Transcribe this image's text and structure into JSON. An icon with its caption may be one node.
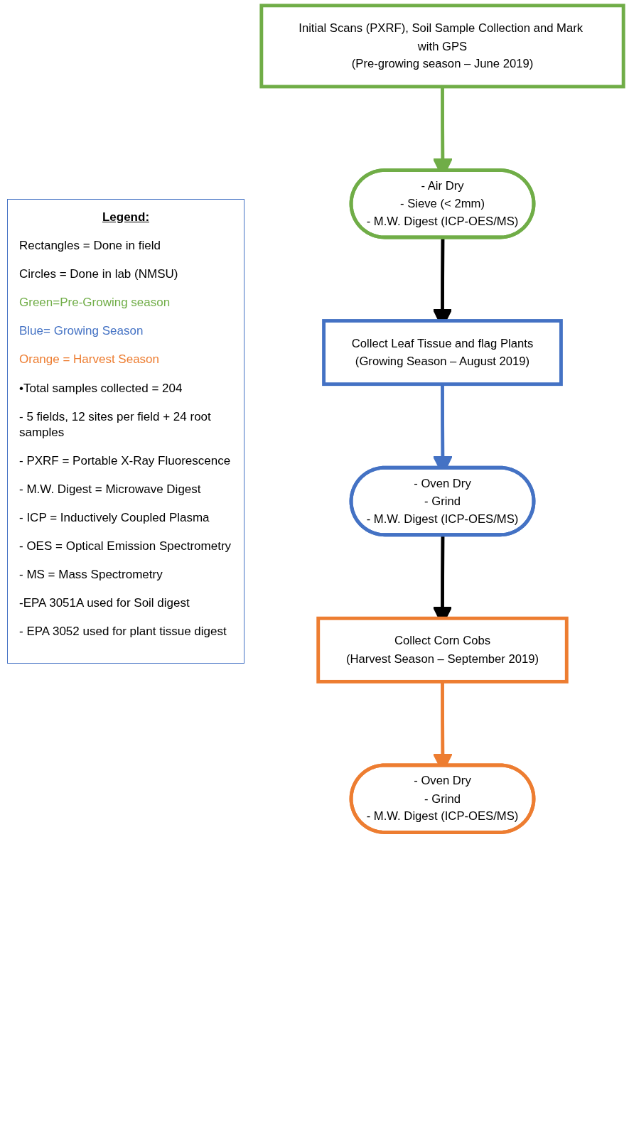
{
  "diagram": {
    "nodes": [
      {
        "text": [
          "Initial Scans (PXRF), Soil Sample Collection and Mark with GPS",
          "(Pre-growing season – June 2019)"
        ]
      },
      {
        "text": [
          "- Air Dry",
          "- Sieve (< 2mm)",
          "- M.W. Digest (ICP-OES/MS)"
        ]
      },
      {
        "text": [
          "Collect Leaf Tissue and flag Plants",
          "(Growing Season – August 2019)"
        ]
      },
      {
        "text": [
          "- Oven Dry",
          "- Grind",
          "- M.W. Digest (ICP-OES/MS)"
        ]
      },
      {
        "text": [
          "Collect Corn Cobs",
          "(Harvest Season – September 2019)"
        ]
      },
      {
        "text": [
          "- Oven Dry",
          "- Grind",
          "- M.W. Digest (ICP-OES/MS)"
        ]
      }
    ],
    "edges": [
      {
        "from": 0,
        "to": 1,
        "arrow": "to",
        "color": "#70ad47"
      },
      {
        "from": 1,
        "to": 2,
        "arrow": "to"
      },
      {
        "from": 2,
        "to": 3,
        "arrow": "to",
        "color": "#4472c4"
      },
      {
        "from": 3,
        "to": 4,
        "arrow": "to"
      },
      {
        "from": 4,
        "to": 5,
        "arrow": "to",
        "color": "#ed7d31"
      }
    ],
    "labels": [
      "Legend:",
      "•Total samples collected = 204",
      "- 5 fields, 12 sites per field + 24 root samples",
      "- PXRF = Portable X-Ray Fluorescence",
      "- M.W. Digest = Microwave Digest",
      "- ICP = Inductively Coupled Plasma",
      "- OES = Optical Emission Spectrometry",
      "- MS = Mass Spectrometry",
      "-EPA 3051A used for Soil digest",
      "- EPA 3052 used for plant tissue digest"
    ],
    "legend": [
      {
        "text": "Rectangles = Done in field"
      },
      {
        "text": "Circles = Done in lab (NMSU)"
      },
      {
        "text": "Green=Pre-Growing season",
        "color": "#70ad47"
      },
      {
        "text": "Blue= Growing Season",
        "color": "#4472c4"
      },
      {
        "text": "Orange = Harvest Season",
        "color": "#ed7d31"
      }
    ]
  }
}
